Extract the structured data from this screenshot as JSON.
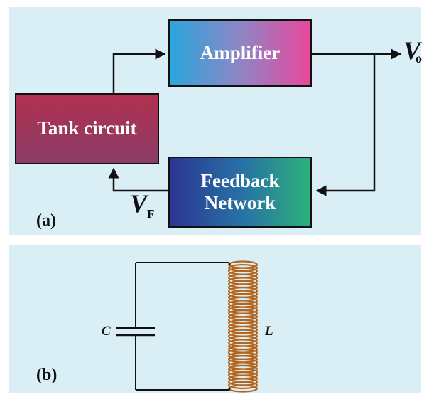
{
  "panel_a": {
    "label": "(a)",
    "amplifier": "Amplifier",
    "tank": "Tank circuit",
    "feedback_line1": "Feedback",
    "feedback_line2": "Network",
    "vo": "V",
    "vo_sub": "o",
    "vf": "V",
    "vf_sub": "F"
  },
  "panel_b": {
    "label": "(b)",
    "capacitor": "C",
    "inductor": "L"
  },
  "colors": {
    "panel_bg": "#daeff5",
    "wire": "#111111",
    "coil": "#b5651d"
  }
}
